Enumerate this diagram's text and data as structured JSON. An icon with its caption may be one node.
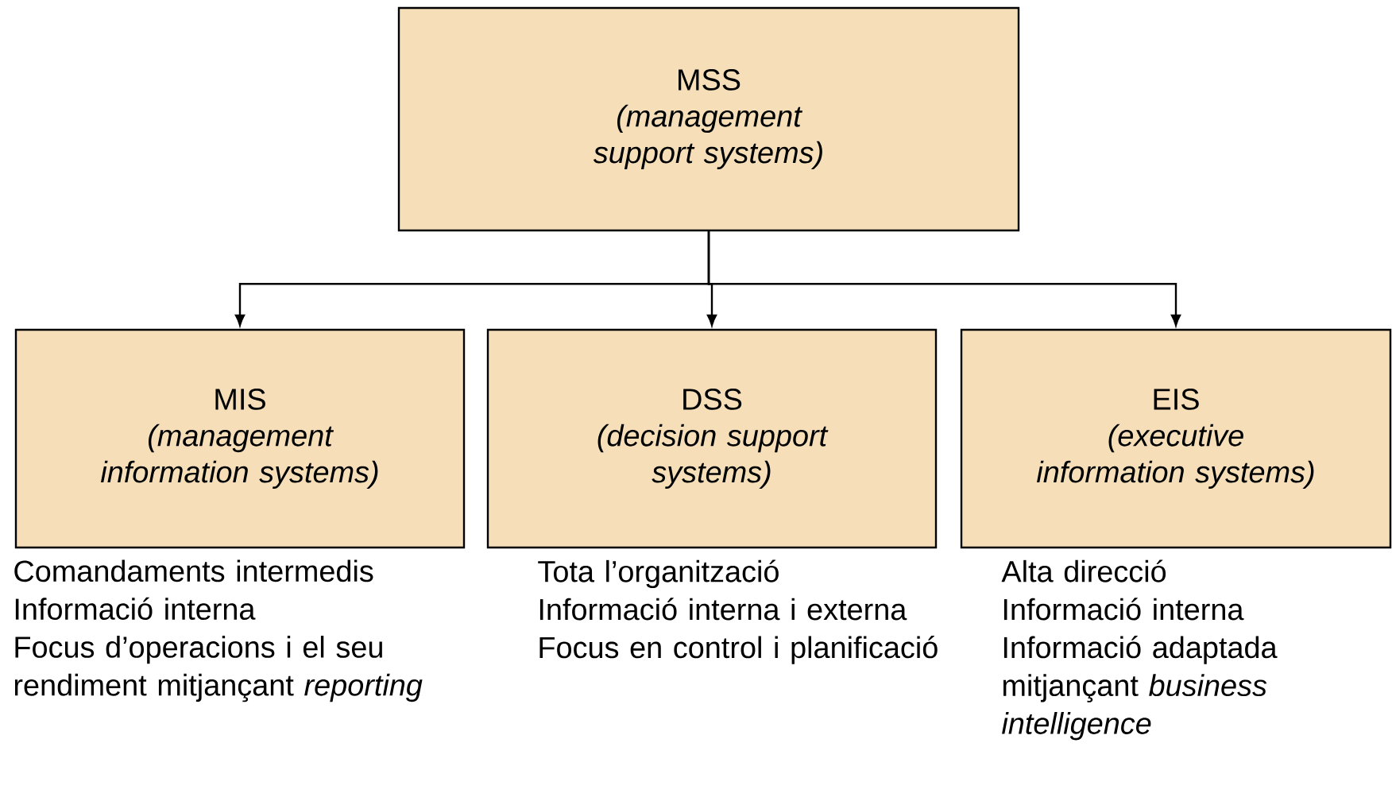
{
  "diagram": {
    "nodes": [
      {
        "text": [
          "MSS",
          "(management support systems)"
        ]
      },
      {
        "text": [
          "MIS",
          "(management information systems)"
        ],
        "beside": [
          "Comandaments intermedis",
          "Informació interna",
          "Focus d’operacions i el seu rendiment mitjançant *reporting*"
        ]
      },
      {
        "text": [
          "DSS",
          "(decision support systems)"
        ],
        "beside": [
          "Tota l’organització",
          "Informació interna i externa",
          "Focus en control i planificació"
        ]
      },
      {
        "text": [
          "EIS",
          "(executive information systems)"
        ],
        "beside": [
          "Alta direcció",
          "Informació interna",
          "Informació adaptada mitjançant *business intelligence*"
        ]
      }
    ],
    "edges": [
      {
        "from": 0,
        "to": 1,
        "arrow": "to"
      },
      {
        "from": 0,
        "to": 2,
        "arrow": "to"
      },
      {
        "from": 0,
        "to": 3,
        "arrow": "to"
      }
    ]
  }
}
